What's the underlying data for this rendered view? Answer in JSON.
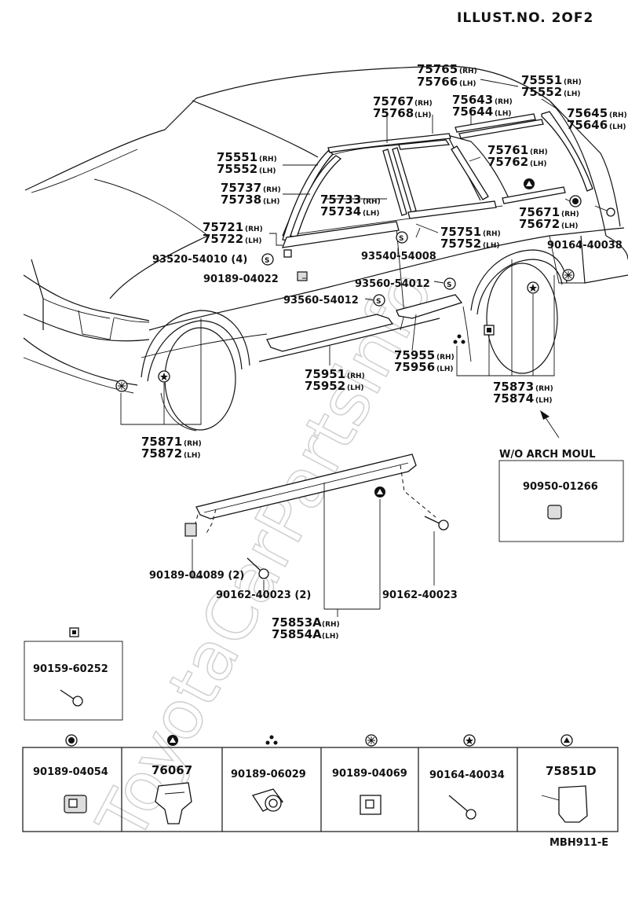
{
  "header": {
    "illust_no": "ILLUST.NO. 2OF2"
  },
  "footer": {
    "code": "MBH911-E"
  },
  "watermark": "ToyotaCarPartsinfo",
  "callouts": {
    "p75765": "75765",
    "p75766": "75766",
    "p75551a": "75551",
    "p75552a": "75552",
    "p75767": "75767",
    "p75768": "75768",
    "p75643": "75643",
    "p75644": "75644",
    "p75645": "75645",
    "p75646": "75646",
    "p75551b": "75551",
    "p75552b": "75552",
    "p75761": "75761",
    "p75762": "75762",
    "p75737": "75737",
    "p75738": "75738",
    "p75733": "75733",
    "p75734": "75734",
    "p75671": "75671",
    "p75672": "75672",
    "p90164_40038": "90164-40038",
    "p75721": "75721",
    "p75722": "75722",
    "p75751": "75751",
    "p75752": "75752",
    "p93520": "93520-54010 (4)",
    "p93540": "93540-54008",
    "p90189_04022": "90189-04022",
    "p93560a": "93560-54012",
    "p93560b": "93560-54012",
    "p75955": "75955",
    "p75956": "75956",
    "p75951": "75951",
    "p75952": "75952",
    "p75873": "75873",
    "p75874": "75874",
    "p75871": "75871",
    "p75872": "75872",
    "p90189_04089": "90189-04089 (2)",
    "p90162_40023_2": "90162-40023 (2)",
    "p90162_40023": "90162-40023",
    "p75853A": "75853A",
    "p75854A": "75854A"
  },
  "side_labels": {
    "rh": "(RH)",
    "lh": "(LH)"
  },
  "symbols": {
    "circle_s": "S"
  },
  "wo_arch": {
    "title": "W/O ARCH MOUL",
    "part": "90950-01266"
  },
  "square_box": {
    "part": "90159-60252"
  },
  "legend": [
    {
      "symbol": "filled-circle",
      "part": "90189-04054"
    },
    {
      "symbol": "filled-triangle",
      "part": "76067"
    },
    {
      "symbol": "three-dots",
      "part": "90189-06029"
    },
    {
      "symbol": "snowflake",
      "part": "90189-04069"
    },
    {
      "symbol": "star",
      "part": "90164-40034"
    },
    {
      "symbol": "triangle-dot",
      "part": "75851D"
    }
  ]
}
